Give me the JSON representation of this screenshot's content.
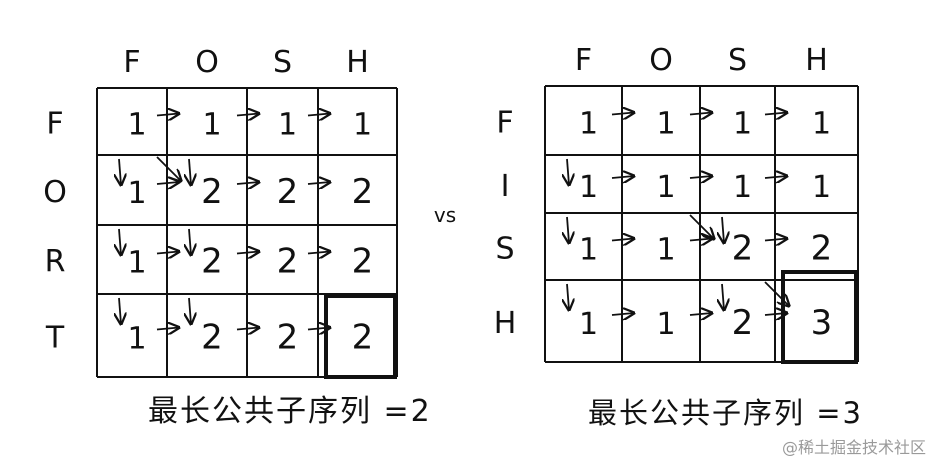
{
  "vs_label": "vs",
  "grids": [
    {
      "id": "left",
      "columns": [
        "F",
        "O",
        "S",
        "H"
      ],
      "rows": [
        "F",
        "O",
        "R",
        "T"
      ],
      "cells": [
        [
          "1",
          "1",
          "1",
          "1"
        ],
        [
          "1",
          "2",
          "2",
          "2"
        ],
        [
          "1",
          "2",
          "2",
          "2"
        ],
        [
          "1",
          "2",
          "2",
          "2"
        ]
      ],
      "highlight": [
        3,
        3
      ],
      "caption": "最长公共子序列 =2"
    },
    {
      "id": "right",
      "columns": [
        "F",
        "O",
        "S",
        "H"
      ],
      "rows": [
        "F",
        "I",
        "S",
        "H"
      ],
      "cells": [
        [
          "1",
          "1",
          "1",
          "1"
        ],
        [
          "1",
          "1",
          "1",
          "1"
        ],
        [
          "1",
          "1",
          "2",
          "2"
        ],
        [
          "1",
          "1",
          "2",
          "3"
        ]
      ],
      "highlight": [
        3,
        3
      ],
      "caption": "最长公共子序列 =3"
    }
  ],
  "watermark": "@稀土掘金技术社区"
}
